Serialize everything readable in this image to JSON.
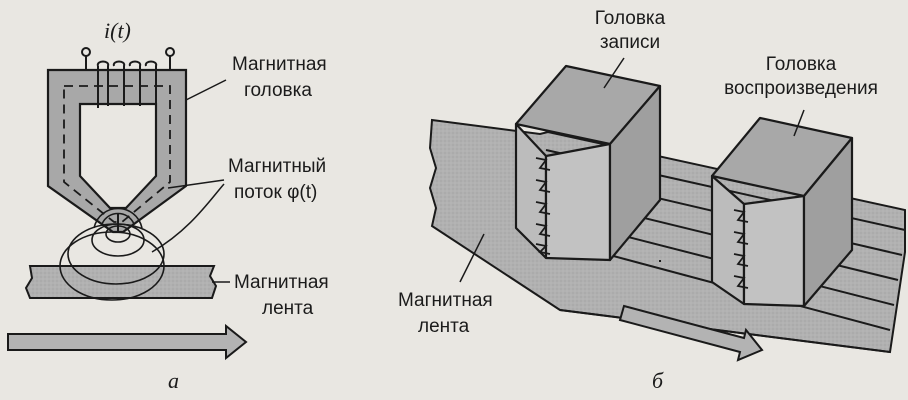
{
  "panel_a": {
    "current_label": "i(t)",
    "head_label_line1": "Магнитная",
    "head_label_line2": "головка",
    "flux_label_line1": "Магнитный",
    "flux_label_line2": "поток φ(t)",
    "tape_label_line1": "Магнитная",
    "tape_label_line2": "лента",
    "caption": "а"
  },
  "panel_b": {
    "record_head_line1": "Головка",
    "record_head_line2": "записи",
    "play_head_line1": "Головка",
    "play_head_line2": "воспроизведения",
    "tape_label_line1": "Магнитная",
    "tape_label_line2": "лента",
    "caption": "б"
  },
  "colors": {
    "head_fill": "#a9a9a9",
    "tape_fill": "#b5b5b5",
    "arrow_fill": "#b3b3b3",
    "stroke": "#1a1a1a"
  }
}
